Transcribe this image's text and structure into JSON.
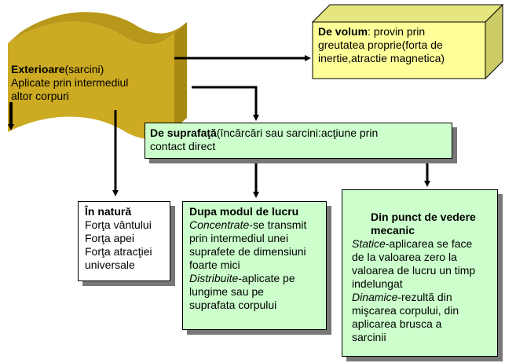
{
  "exterioare": {
    "title": "Exterioare",
    "title_suffix": "(sarcini)",
    "line1": "Aplicate prin intermediul",
    "line2": "altor corpuri"
  },
  "volum": {
    "title": "De volum",
    "text1": ": provin prin",
    "text2": "greutatea proprie(forta de",
    "text3": "inertie,atractie magnetica)"
  },
  "suprafata": {
    "title": "De suprafaţă",
    "text1": "(încărcări sau sarcini:acţiune prin",
    "text2": "contact direct"
  },
  "natura": {
    "title": "În natură",
    "items": [
      "Forţa vântului",
      "Forţa apei",
      "Forţa atracţiei",
      "universale"
    ]
  },
  "modul_lucru": {
    "title": "Dupa modul de lucru",
    "concentrate_label": "Concentrate",
    "concentrate_text1": "-se transmit",
    "concentrate_text2": "prin intermediul unei",
    "concentrate_text3": "suprafete de dimensiuni",
    "concentrate_text4": "foarte mici",
    "distribuite_label": "Distribuite",
    "distribuite_text1": "-aplicate pe",
    "distribuite_text2": "lungime sau pe",
    "distribuite_text3": "suprafata corpului"
  },
  "mecanic": {
    "title1": "Din punct de vedere",
    "title2": "mecanic",
    "statice_label": "Statice",
    "statice_text1": "-aplicarea se face",
    "statice_text2": "de la valoarea zero la",
    "statice_text3": "valoarea de lucru un timp",
    "statice_text4": "indelungat",
    "dinamice_label": "Dinamice",
    "dinamice_text1": "-rezultă din",
    "dinamice_text2": "mişcarea corpului, din",
    "dinamice_text3": "aplicarea brusca a",
    "dinamice_text4": "sarcinii"
  },
  "colors": {
    "wave_front": "#ccaa22",
    "wave_side": "#a88a12",
    "volum_fill": "#ffff99",
    "green_fill": "#ccffcc",
    "shadow": "#777777"
  }
}
